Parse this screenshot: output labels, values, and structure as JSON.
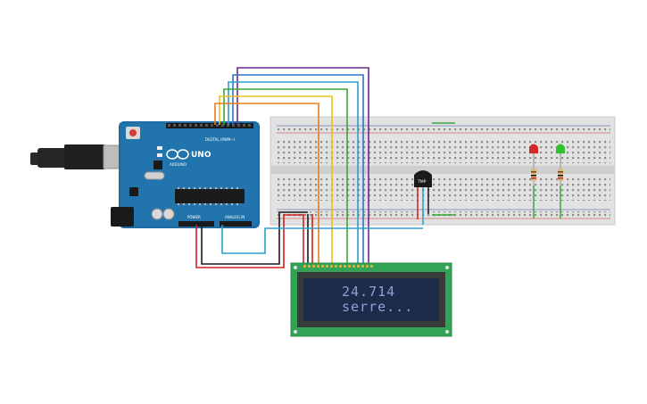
{
  "arduino": {
    "model": "UNO",
    "brand": "ARDUINO",
    "digital_label": "DIGITAL (PWM~)",
    "power_label": "POWER",
    "analog_label": "ANALOG IN"
  },
  "lcd": {
    "line1": "24.714",
    "line2": "serre..."
  },
  "sensor": {
    "label": "TMP"
  },
  "leds": [
    {
      "color": "#d62828"
    },
    {
      "color": "#2fbf2f"
    }
  ],
  "wire_colors": {
    "purple": "#6a2c91",
    "blue": "#2a73c9",
    "cyan": "#2a9fd0",
    "green": "#3aa63a",
    "yellow": "#e8c21a",
    "orange": "#e87d1a",
    "red": "#d42020",
    "black": "#1a1a1a"
  }
}
